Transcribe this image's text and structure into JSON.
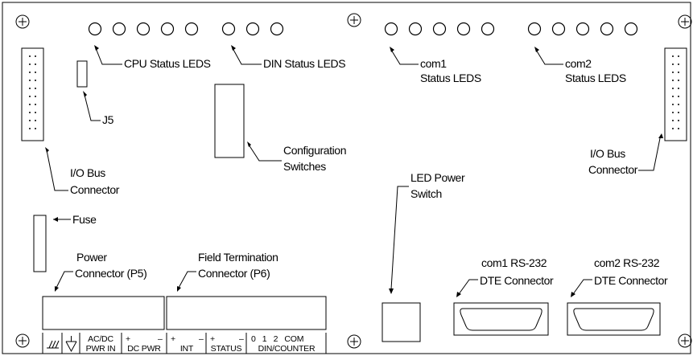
{
  "labels": {
    "cpu_status_leds": "CPU Status LEDS",
    "din_status_leds": "DIN Status LEDS",
    "com1_status_line1": "com1",
    "com1_status_line2": "Status LEDS",
    "com2_status_line1": "com2",
    "com2_status_line2": "Status LEDS",
    "j5": "J5",
    "config_line1": "Configuration",
    "config_line2": "Switches",
    "io_bus_left_line1": "I/O Bus",
    "io_bus_left_line2": "Connector",
    "io_bus_right_line1": "I/O Bus",
    "io_bus_right_line2": "Connector",
    "led_power_line1": "LED Power",
    "led_power_line2": "Switch",
    "fuse": "Fuse",
    "power_conn_line1": "Power",
    "power_conn_line2": "Connector (P5)",
    "field_term_line1": "Field Termination",
    "field_term_line2": "Connector (P6)",
    "com1_rs232_line1": "com1 RS-232",
    "com1_rs232_line2": "DTE Connector",
    "com2_rs232_line1": "com2 RS-232",
    "com2_rs232_line2": "DTE Connector"
  },
  "terminals": {
    "acdc_line1": "AC/DC",
    "acdc_line2": "PWR IN",
    "dc_plus": "+",
    "dc_minus": "–",
    "dc_pwr": "DC PWR",
    "int_plus": "+",
    "int_minus": "–",
    "int": "INT",
    "status_plus": "+",
    "status_minus": "–",
    "status": "STATUS",
    "din_nums": "0   1   2   COM",
    "din_counter": "DIN/COUNTER"
  },
  "colors": {
    "line": "#000000",
    "background": "#ffffff"
  }
}
